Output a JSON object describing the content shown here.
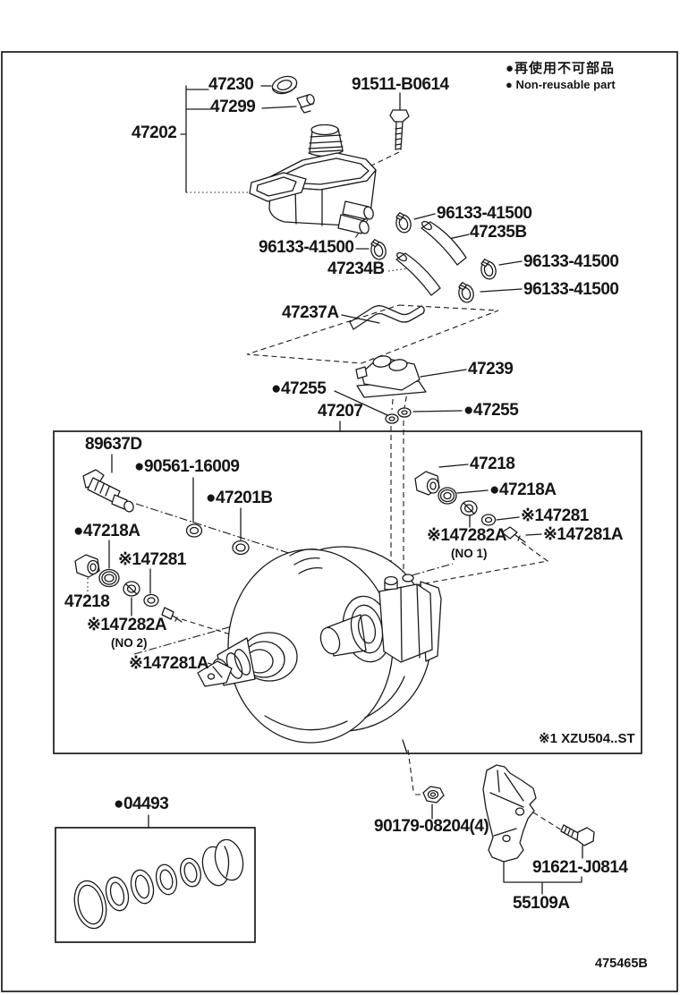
{
  "colors": {
    "ink": "#1b1b1b",
    "background": "#ffffff"
  },
  "legend": {
    "jp": "●再使用不可部品",
    "en": "● Non-reusable part"
  },
  "note_variant": "※1 XZU504..ST",
  "diagram_code": "475465B",
  "labels": [
    {
      "id": "47230",
      "text": "47230"
    },
    {
      "id": "47299",
      "text": "47299"
    },
    {
      "id": "91511-B0614",
      "text": "91511-B0614"
    },
    {
      "id": "47202",
      "text": "47202"
    },
    {
      "id": "96133-41500-a",
      "text": "96133-41500"
    },
    {
      "id": "47235B",
      "text": "47235B"
    },
    {
      "id": "96133-41500-b",
      "text": "96133-41500"
    },
    {
      "id": "47234B",
      "text": "47234B"
    },
    {
      "id": "96133-41500-c",
      "text": "96133-41500"
    },
    {
      "id": "96133-41500-d",
      "text": "96133-41500"
    },
    {
      "id": "47237A",
      "text": "47237A"
    },
    {
      "id": "47239",
      "text": "47239"
    },
    {
      "id": "47255-left",
      "text": "●47255"
    },
    {
      "id": "47207",
      "text": "47207"
    },
    {
      "id": "47255-right",
      "text": "●47255"
    },
    {
      "id": "89637D",
      "text": "89637D"
    },
    {
      "id": "90561-16009",
      "text": "●90561-16009"
    },
    {
      "id": "47201B",
      "text": "●47201B"
    },
    {
      "id": "47218A-left",
      "text": "●47218A"
    },
    {
      "id": "47281-left",
      "text": "※147281"
    },
    {
      "id": "47218-left",
      "text": "47218"
    },
    {
      "id": "47282A-left",
      "text": "※147282A"
    },
    {
      "id": "no2",
      "text": "(NO 2)"
    },
    {
      "id": "47281A-left",
      "text": "※147281A"
    },
    {
      "id": "47218-right",
      "text": "47218"
    },
    {
      "id": "47218A-right",
      "text": "●47218A"
    },
    {
      "id": "47281-right",
      "text": "※147281"
    },
    {
      "id": "47282A-right",
      "text": "※147282A"
    },
    {
      "id": "no1",
      "text": "(NO 1)"
    },
    {
      "id": "47281A-right",
      "text": "※147281A"
    },
    {
      "id": "variant-note",
      "text": "※1 XZU504..ST"
    },
    {
      "id": "04493",
      "text": "●04493"
    },
    {
      "id": "90179-08204",
      "text": "90179-08204(4)"
    },
    {
      "id": "91621-J0814",
      "text": "91621-J0814"
    },
    {
      "id": "55109A",
      "text": "55109A"
    },
    {
      "id": "diagram-code",
      "text": "475465B"
    }
  ]
}
